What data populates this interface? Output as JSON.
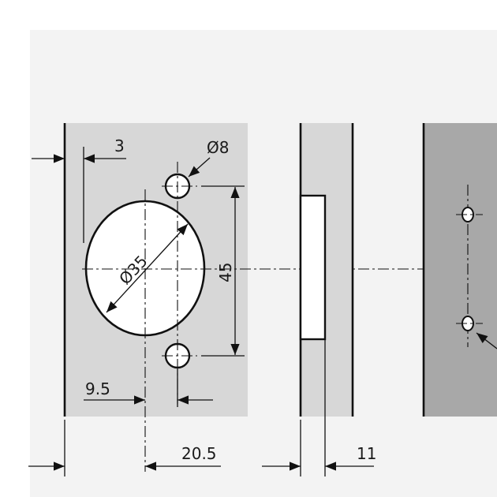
{
  "dimensions": {
    "dim_3": "3",
    "dim_dia8": "Ø8",
    "dim_dia35": "Ø35",
    "dim_45": "45",
    "dim_9_5": "9.5",
    "dim_20_5": "20.5",
    "dim_11": "11"
  },
  "colors": {
    "background": "#ffffff",
    "panel_light": "#f3f3f3",
    "plate_fill": "#d7d7d7",
    "door_fill": "#a8a8a8",
    "ink": "#111111"
  }
}
